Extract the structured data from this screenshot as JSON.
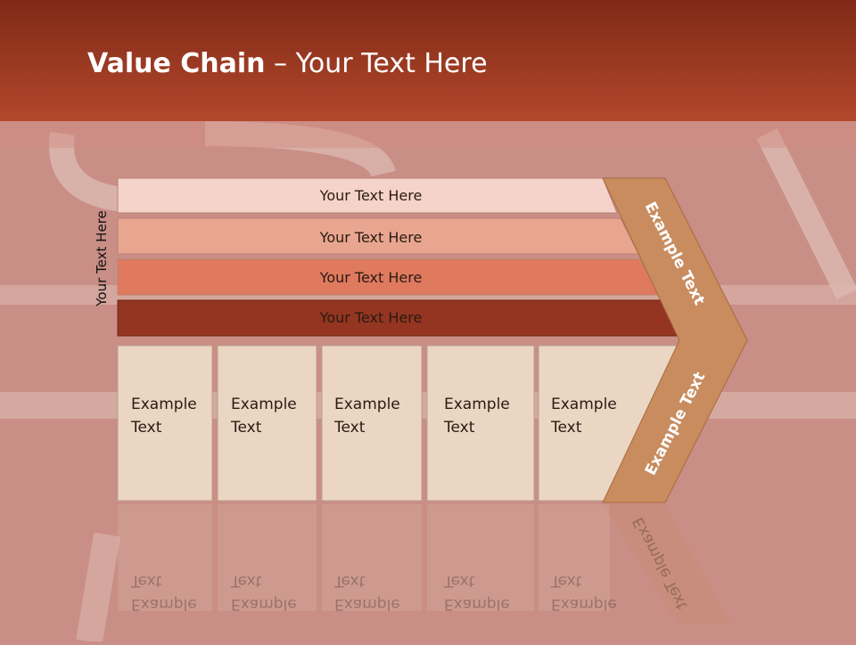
{
  "title": {
    "bold": "Value Chain",
    "rest": " – Your Text Here"
  },
  "side_label": "Your Text Here",
  "bars": [
    {
      "label": "Your Text Here",
      "color": "#f5d3ca"
    },
    {
      "label": "Your Text Here",
      "color": "#e8a590"
    },
    {
      "label": "Your Text Here",
      "color": "#df7a5f"
    },
    {
      "label": "Your Text Here",
      "color": "#933521"
    }
  ],
  "boxes": [
    {
      "line1": "Example",
      "line2": "Text"
    },
    {
      "line1": "Example",
      "line2": "Text"
    },
    {
      "line1": "Example",
      "line2": "Text"
    },
    {
      "line1": "Example",
      "line2": "Text"
    },
    {
      "line1": "Example",
      "line2": "Text"
    }
  ],
  "chevron": {
    "upper": "Example Text",
    "lower": "Example Text",
    "color": "#c88c5f"
  },
  "colors": {
    "box_fill": "#ead6c2",
    "header": "#a53f26"
  }
}
